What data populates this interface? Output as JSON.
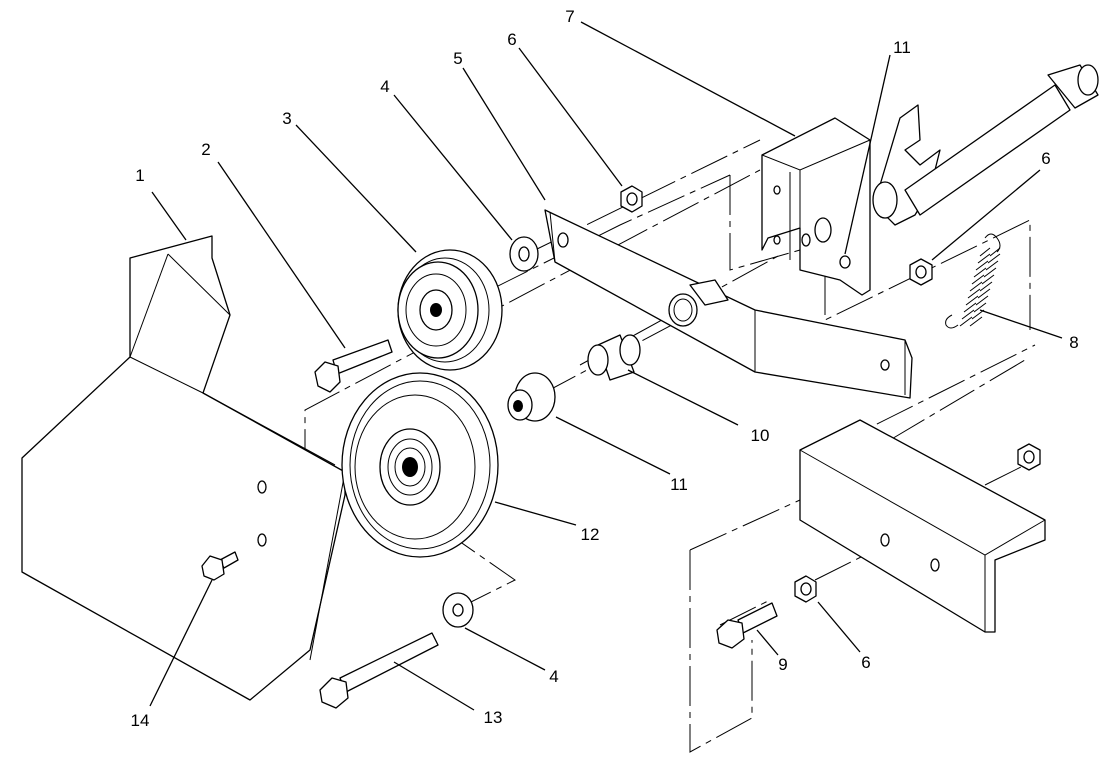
{
  "callouts": {
    "c1": "1",
    "c2": "2",
    "c3": "3",
    "c4a": "4",
    "c4b": "4",
    "c5": "5",
    "c6a": "6",
    "c6b": "6",
    "c6c": "6",
    "c7": "7",
    "c8": "8",
    "c9": "9",
    "c10": "10",
    "c11a": "11",
    "c11b": "11",
    "c12": "12",
    "c13": "13",
    "c14": "14"
  }
}
